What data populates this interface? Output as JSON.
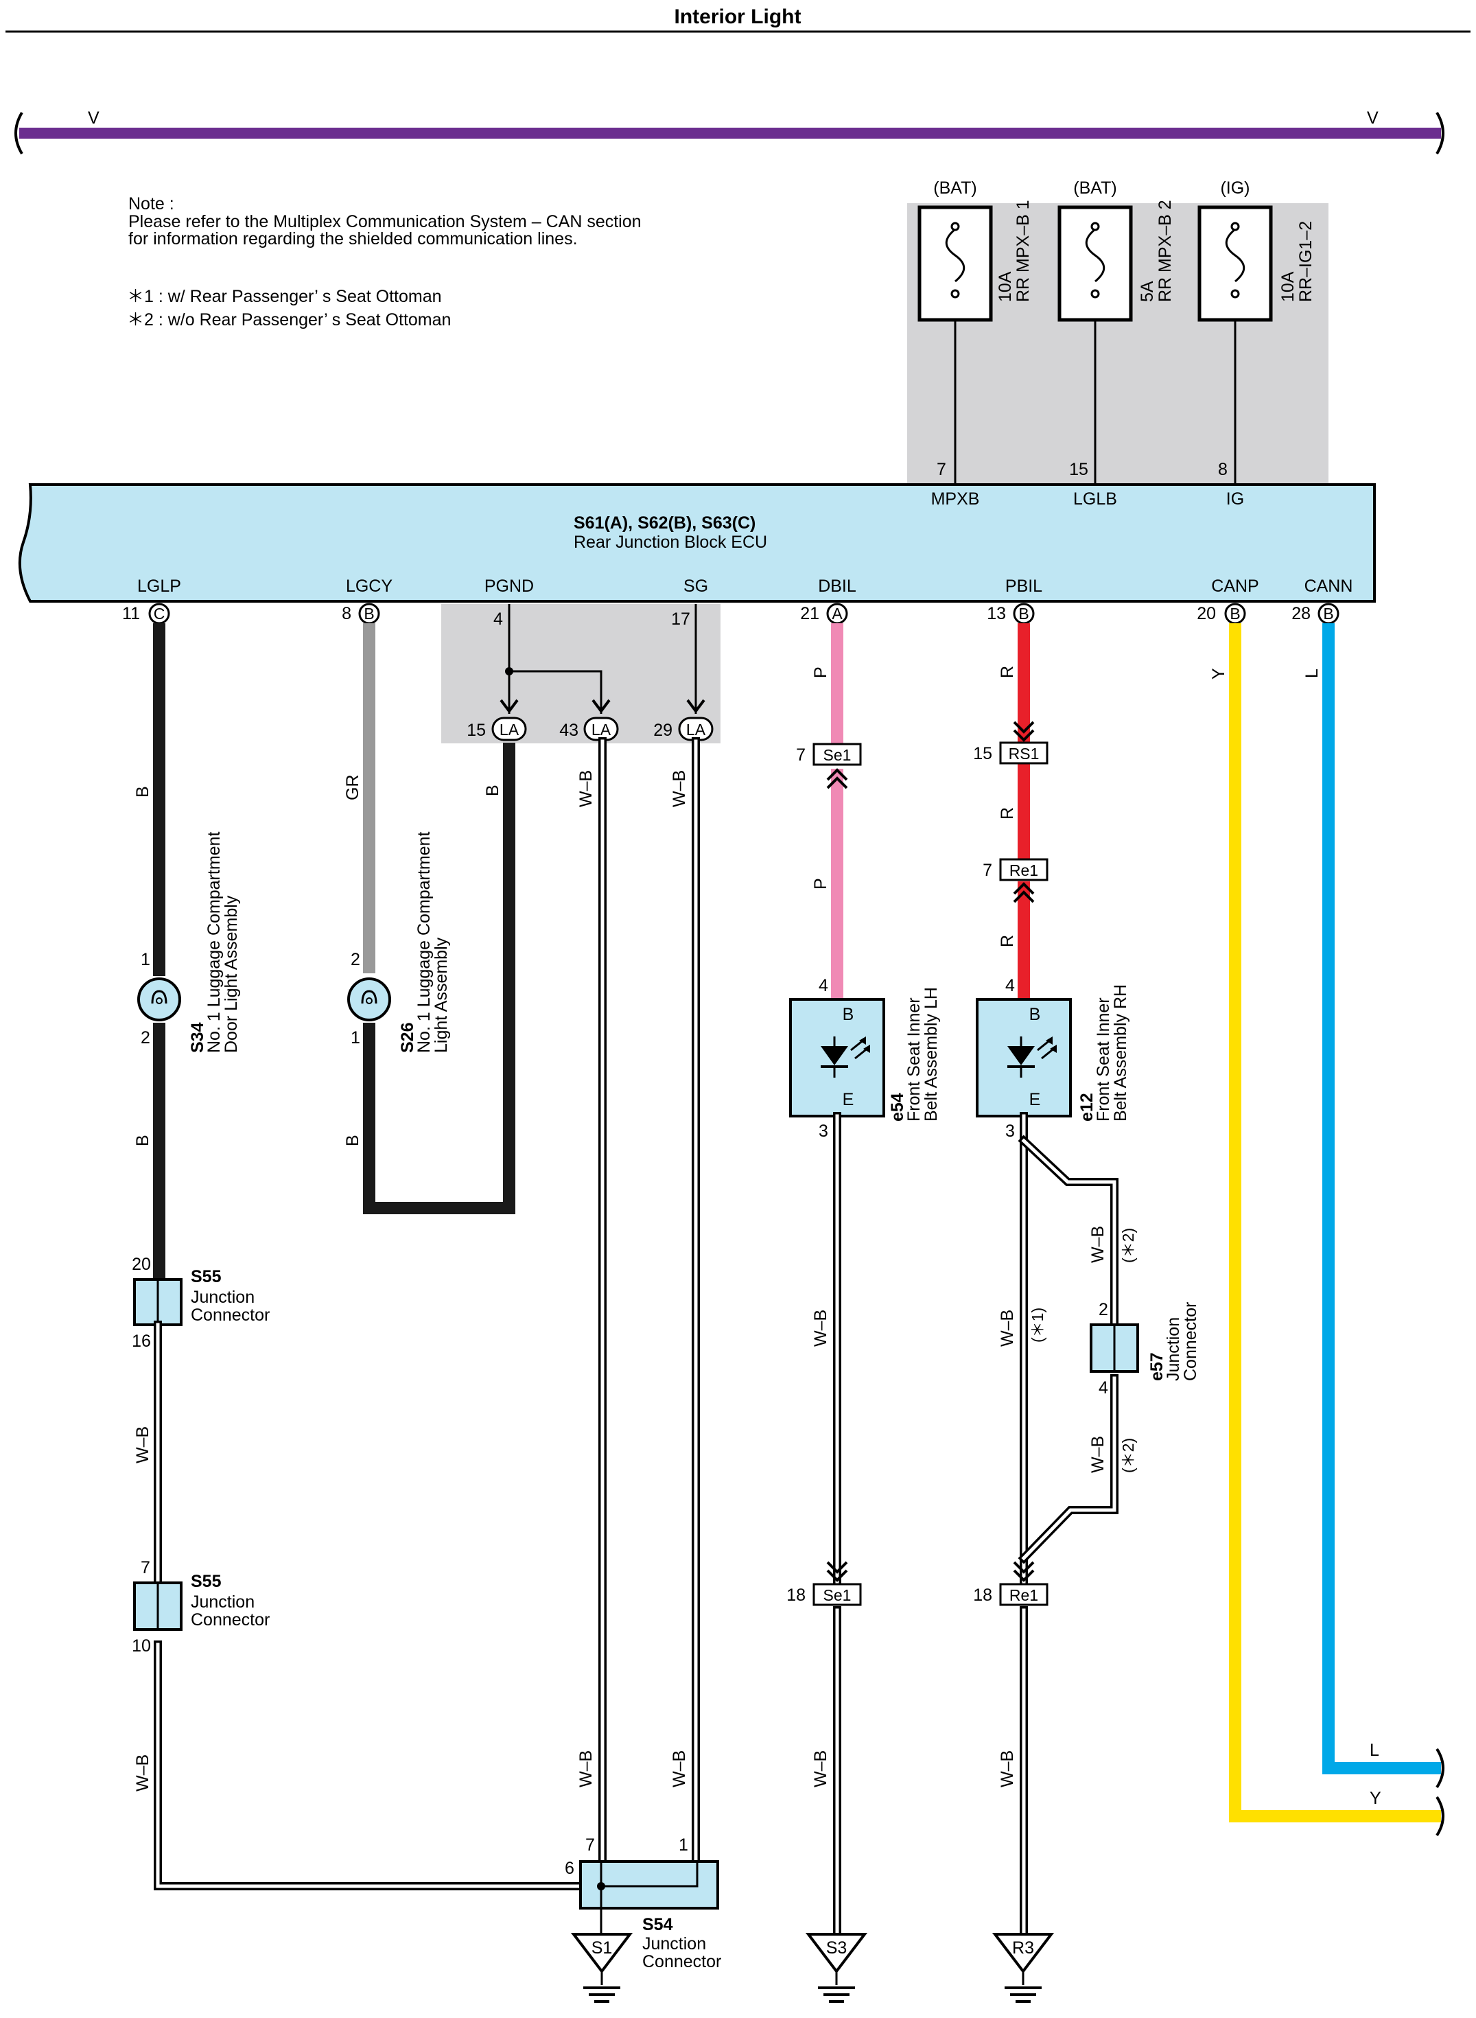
{
  "title": "Interior Light",
  "bus": {
    "left_label": "V",
    "right_label": "V",
    "color": "#6b2d8f"
  },
  "note": {
    "lines": [
      "Note :",
      "Please refer to the Multiplex Communication System – CAN section",
      "for information regarding the shielded communication lines."
    ],
    "footnotes": [
      "＊1 : w/ Rear Passenger’ s Seat Ottoman",
      "＊2 : w/o Rear Passenger’ s Seat Ottoman"
    ]
  },
  "fuses": [
    {
      "supply": "(BAT)",
      "rating": "10A",
      "name": "RR MPX–B 1",
      "pin": "7",
      "terminal": "MPXB"
    },
    {
      "supply": "(BAT)",
      "rating": "5A",
      "name": "RR MPX–B 2",
      "pin": "15",
      "terminal": "LGLB"
    },
    {
      "supply": "(IG)",
      "rating": "10A",
      "name": "RR–IG1–2",
      "pin": "8",
      "terminal": "IG"
    }
  ],
  "ecu": {
    "code": "S61(A), S62(B), S63(C)",
    "name": "Rear Junction Block ECU",
    "terminals": [
      {
        "name": "LGLP",
        "pin": "11",
        "conn": "C"
      },
      {
        "name": "LGCY",
        "pin": "8",
        "conn": "B"
      },
      {
        "name": "PGND",
        "pin": "4",
        "conn": ""
      },
      {
        "name": "SG",
        "pin": "17",
        "conn": ""
      },
      {
        "name": "DBIL",
        "pin": "21",
        "conn": "A"
      },
      {
        "name": "PBIL",
        "pin": "13",
        "conn": "B"
      },
      {
        "name": "CANP",
        "pin": "20",
        "conn": "B"
      },
      {
        "name": "CANN",
        "pin": "28",
        "conn": "B"
      }
    ]
  },
  "la_connectors": [
    {
      "pin": "15",
      "label": "LA"
    },
    {
      "pin": "43",
      "label": "LA"
    },
    {
      "pin": "29",
      "label": "LA"
    }
  ],
  "wire_colors": {
    "B": "B",
    "GR": "GR",
    "WB": "W–B",
    "P": "P",
    "R": "R",
    "Y": "Y",
    "L": "L"
  },
  "colors": {
    "black": "#1a1a1a",
    "gray": "#999999",
    "pink": "#f08ab5",
    "red": "#e8202a",
    "yellow": "#ffe000",
    "blue": "#00a8e8",
    "shade": "#d4d4d6"
  },
  "lamps": [
    {
      "code": "S34",
      "line1": "No. 1 Luggage Compartment",
      "line2": "Door Light Assembly",
      "pin_top": "1",
      "pin_bottom": "2"
    },
    {
      "code": "S26",
      "line1": "No. 1 Luggage Compartment",
      "line2": "Light Assembly",
      "pin_top": "2",
      "pin_bottom": "1"
    }
  ],
  "belt_lights": [
    {
      "code": "e54",
      "line1": "Front Seat Inner",
      "line2": "Belt Assembly LH",
      "pin_top": "4",
      "pin_bottom": "3",
      "b": "B",
      "e": "E"
    },
    {
      "code": "e12",
      "line1": "Front Seat Inner",
      "line2": "Belt Assembly RH",
      "pin_top": "4",
      "pin_bottom": "3",
      "b": "B",
      "e": "E"
    }
  ],
  "inline_connectors": {
    "se1_top": {
      "pin": "7",
      "label": "Se1"
    },
    "rs1": {
      "pin": "15",
      "label": "RS1"
    },
    "re1_top": {
      "pin": "7",
      "label": "Re1"
    },
    "se1_bottom": {
      "pin": "18",
      "label": "Se1"
    },
    "re1_bottom": {
      "pin": "18",
      "label": "Re1"
    }
  },
  "junctions": {
    "s55a": {
      "code": "S55",
      "line1": "Junction",
      "line2": "Connector",
      "pin_top": "20",
      "pin_bottom": "16"
    },
    "s55b": {
      "code": "S55",
      "line1": "Junction",
      "line2": "Connector",
      "pin_top": "7",
      "pin_bottom": "10"
    },
    "e57": {
      "code": "e57",
      "line1": "Junction",
      "line2": "Connector",
      "pin_top": "2",
      "pin_bottom": "4"
    },
    "s54": {
      "code": "S54",
      "line1": "Junction",
      "line2": "Connector",
      "pin_left": "6",
      "pin_7": "7",
      "pin_1": "1"
    }
  },
  "variants": {
    "v1": "(＊1)",
    "v2": "(＊2)"
  },
  "grounds": [
    "S1",
    "S3",
    "R3"
  ]
}
